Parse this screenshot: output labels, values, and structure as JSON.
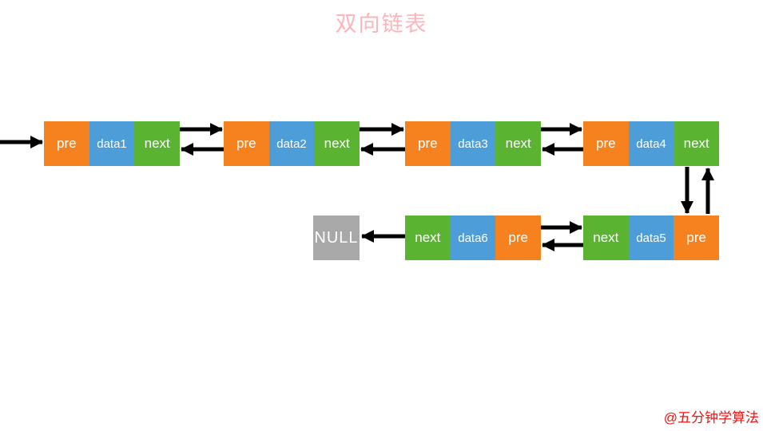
{
  "title": "双向链表",
  "watermark": "@五分钟学算法",
  "null_label": "NULL",
  "colors": {
    "pre": "#f5821f",
    "data": "#4d9dd8",
    "next": "#5bb332",
    "null_box": "#a8a8a8",
    "title": "#feb5ba",
    "watermark": "#ee1212",
    "arrow": "#000000"
  },
  "nodes": [
    {
      "id": "node1",
      "cells": [
        {
          "kind": "pre",
          "label": "pre"
        },
        {
          "kind": "data",
          "label": "data1"
        },
        {
          "kind": "next",
          "label": "next"
        }
      ]
    },
    {
      "id": "node2",
      "cells": [
        {
          "kind": "pre",
          "label": "pre"
        },
        {
          "kind": "data",
          "label": "data2"
        },
        {
          "kind": "next",
          "label": "next"
        }
      ]
    },
    {
      "id": "node3",
      "cells": [
        {
          "kind": "pre",
          "label": "pre"
        },
        {
          "kind": "data",
          "label": "data3"
        },
        {
          "kind": "next",
          "label": "next"
        }
      ]
    },
    {
      "id": "node4",
      "cells": [
        {
          "kind": "pre",
          "label": "pre"
        },
        {
          "kind": "data",
          "label": "data4"
        },
        {
          "kind": "next",
          "label": "next"
        }
      ]
    },
    {
      "id": "node5",
      "cells": [
        {
          "kind": "next",
          "label": "next"
        },
        {
          "kind": "data",
          "label": "data5"
        },
        {
          "kind": "pre",
          "label": "pre"
        }
      ]
    },
    {
      "id": "node6",
      "cells": [
        {
          "kind": "next",
          "label": "next"
        },
        {
          "kind": "data",
          "label": "data6"
        },
        {
          "kind": "pre",
          "label": "pre"
        }
      ]
    }
  ],
  "edges": [
    {
      "from": "head",
      "to": "node1.pre"
    },
    {
      "from": "node1.next",
      "to": "node2"
    },
    {
      "from": "node2.pre",
      "to": "node1"
    },
    {
      "from": "node2.next",
      "to": "node3"
    },
    {
      "from": "node3.pre",
      "to": "node2"
    },
    {
      "from": "node3.next",
      "to": "node4"
    },
    {
      "from": "node4.pre",
      "to": "node3"
    },
    {
      "from": "node4.next",
      "to": "node5"
    },
    {
      "from": "node5.pre",
      "to": "node4"
    },
    {
      "from": "node5.next",
      "to": "node6"
    },
    {
      "from": "node6.pre",
      "to": "node5"
    },
    {
      "from": "node6.next",
      "to": "NULL"
    }
  ]
}
